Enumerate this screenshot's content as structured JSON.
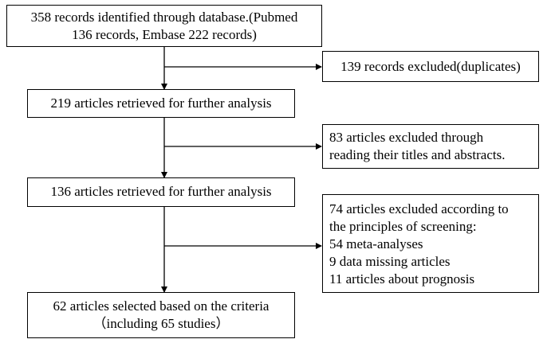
{
  "flow": {
    "identified": {
      "lines": [
        "358 records identified through database.(Pubmed",
        "136 records, Embase 222 records)"
      ]
    },
    "duplicates_excluded": {
      "lines": [
        "139 records excluded(duplicates)"
      ]
    },
    "retrieved_1": {
      "lines": [
        "219 articles retrieved for further analysis"
      ]
    },
    "title_abstract_excluded": {
      "lines": [
        "83 articles excluded through",
        "reading their titles and abstracts."
      ]
    },
    "retrieved_2": {
      "lines": [
        "136 articles retrieved for further analysis"
      ]
    },
    "screening_excluded": {
      "lines": [
        "74 articles excluded according to",
        "the principles of screening:",
        "54 meta-analyses",
        "9 data missing articles",
        "11 articles about prognosis"
      ]
    },
    "selected": {
      "lines": [
        "62 articles selected based on the criteria",
        "（including 65 studies）"
      ]
    }
  }
}
